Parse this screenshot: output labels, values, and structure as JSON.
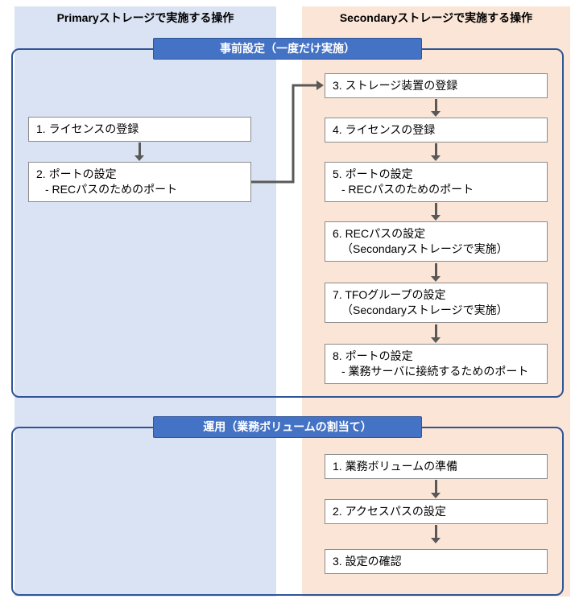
{
  "headers": {
    "primary": "Primaryストレージで実施する操作",
    "secondary": "Secondaryストレージで実施する操作"
  },
  "sections": {
    "setup": {
      "title": "事前設定（一度だけ実施）",
      "primary_steps": [
        {
          "line1": "1. ライセンスの登録"
        },
        {
          "line1": "2. ポートの設定",
          "line2": "- RECパスのためのポート"
        }
      ],
      "secondary_steps": [
        {
          "line1": "3. ストレージ装置の登録"
        },
        {
          "line1": "4. ライセンスの登録"
        },
        {
          "line1": "5. ポートの設定",
          "line2": "- RECパスのためのポート"
        },
        {
          "line1": "6. RECパスの設定",
          "line2": "（Secondaryストレージで実施）"
        },
        {
          "line1": "7. TFOグループの設定",
          "line2": "（Secondaryストレージで実施）"
        },
        {
          "line1": "8. ポートの設定",
          "line2": "- 業務サーバに接続するためのポート"
        }
      ]
    },
    "operation": {
      "title": "運用（業務ボリュームの割当て）",
      "secondary_steps": [
        {
          "line1": "1. 業務ボリュームの準備"
        },
        {
          "line1": "2. アクセスパスの設定"
        },
        {
          "line1": "3. 設定の確認"
        }
      ]
    }
  },
  "colors": {
    "primary_column_bg": "#dae3f3",
    "secondary_column_bg": "#fbe5d6",
    "section_frame_border": "#2f5597",
    "badge_bg": "#4472c4",
    "badge_text": "#ffffff",
    "box_border": "#8c8c8c",
    "arrow": "#595959"
  }
}
